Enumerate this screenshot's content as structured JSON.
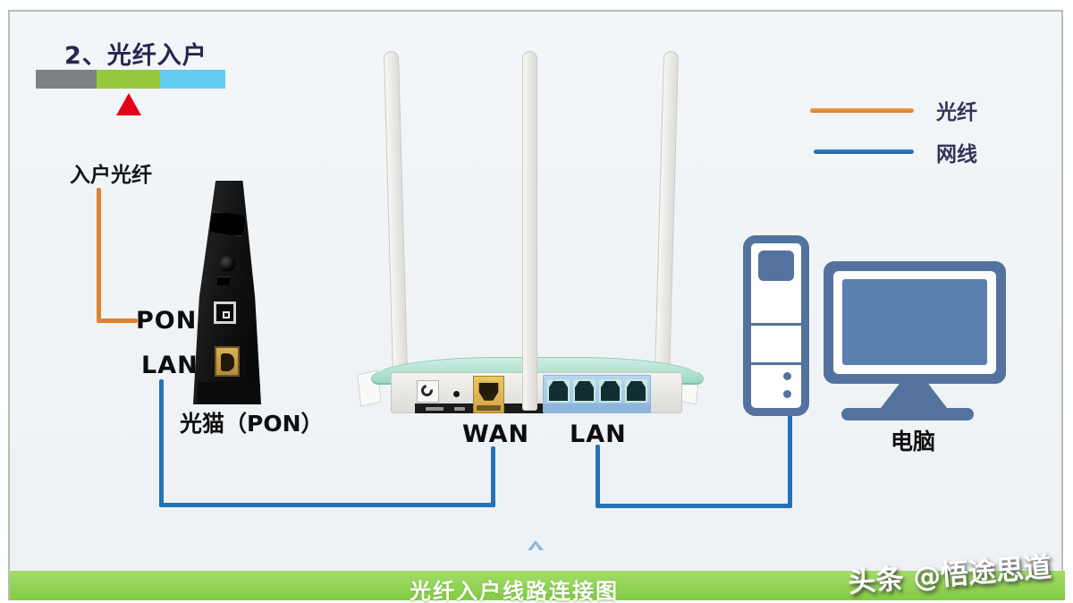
{
  "header": {
    "step_label": "2、光纤入户"
  },
  "progress_bar": {
    "segments": [
      {
        "name": "done",
        "color": "#7e8083"
      },
      {
        "name": "current",
        "color": "#95c83e"
      },
      {
        "name": "next",
        "color": "#64cbf1"
      }
    ],
    "pointer_color": "#e50019"
  },
  "legend": {
    "fiber_label": "光纤",
    "fiber_color": "#e0822d",
    "cable_label": "网线",
    "cable_color": "#2273b8"
  },
  "modem": {
    "incoming_fiber_label": "入户光纤",
    "pon_port_label": "PON",
    "lan_port_label": "LAN",
    "device_label": "光猫（PON）"
  },
  "router": {
    "wan_port_label": "WAN",
    "lan_port_label": "LAN"
  },
  "computer": {
    "device_label": "电脑"
  },
  "footer": {
    "caption": "光纤入户线路连接图",
    "bar_color": "#8ccf52"
  },
  "watermark": {
    "text": "头条 @悟途思道"
  }
}
